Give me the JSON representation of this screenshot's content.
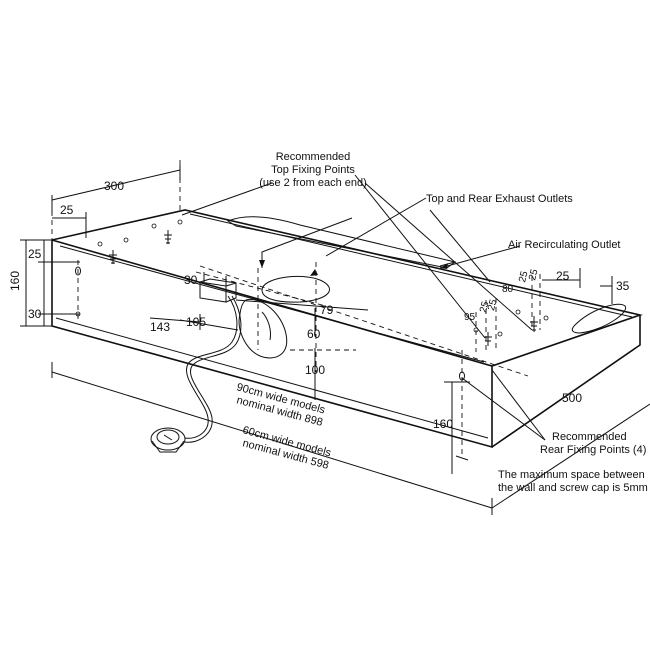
{
  "callouts": {
    "top_fixing_1": "Recommended",
    "top_fixing_2": "Top Fixing Points",
    "top_fixing_3": "(use 2 from each end)",
    "exhaust": "Top and Rear Exhaust Outlets",
    "recirc": "Air Recirculating Outlet",
    "rear_fixing_1": "Recommended",
    "rear_fixing_2": "Rear Fixing Points (4)",
    "note_1": "The maximum space between",
    "note_2": "the wall and screw cap is 5mm",
    "w90_1": "90cm wide models",
    "w90_2": "nominal width 898",
    "w60_1": "60cm wide models",
    "w60_2": "nominal width 598"
  },
  "dimensions": {
    "d300": "300",
    "d25_top": "25",
    "d25_left": "25",
    "d160_left": "160",
    "d30_left": "30",
    "d30_spigot": "30",
    "d143": "143",
    "d105": "105",
    "d79": "79",
    "d60": "60",
    "d100": "100",
    "d95": "95",
    "d25a": "25",
    "d25b": "25",
    "d80": "80",
    "d25c": "25",
    "d25d": "25",
    "d25_right": "25",
    "d35": "35",
    "d500": "500",
    "d160_right": "160"
  }
}
